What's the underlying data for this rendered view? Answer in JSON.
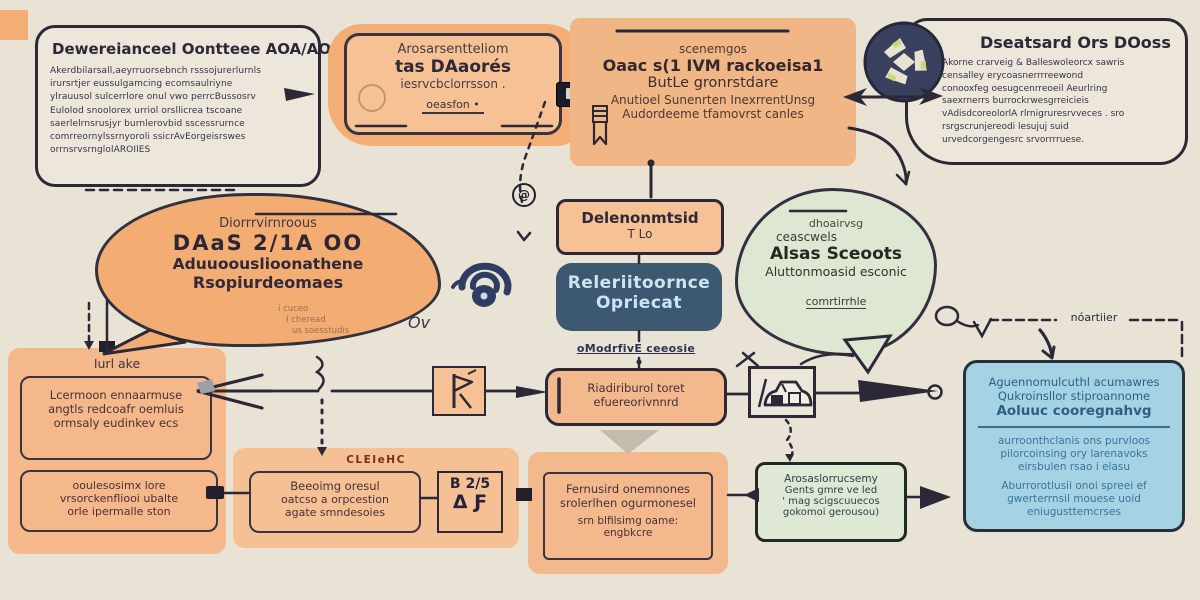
{
  "colors": {
    "background": "#e9e3d6",
    "ink": "#2c2837",
    "orange_blob": "#f3ad72",
    "orange_panel": "#f4b88a",
    "orange_box_fill": "#f6c295",
    "navy_box": "#3d5871",
    "navy_box_text": "#cfe4f3",
    "green_blob": "#dde7d2",
    "blue_card": "#a5d3e4",
    "blue_card_text": "#33678f",
    "red_label": "#7c2c1c"
  },
  "top_left_note": {
    "title": "Dewereianceel Oontteee AOA/AO",
    "lines": [
      "Akerdbilarsall,aeyrruorsebnch rsssojurerlurnls",
      "irursrtjer eussulgamcing ecomsaulriyne",
      "ylrauusol sulcerrlore onul vwo perrcBussosrv",
      "Eulolod snoolorex urriol orsllicrea tscoane",
      "saerlelrnsrusjyr burnlerovbid sscessrurnce",
      "comrreornylssrnyoroli ssicrAvEorgeisrswes",
      "orrnsrvsrnglolAROIlES"
    ]
  },
  "top_orange_card": {
    "line1": "Arosarsentteliom",
    "line2": "tas DAaorés",
    "line3": "iesrvcbclorrsson .",
    "footer": "oeasfon •"
  },
  "top_middle_card": {
    "line1": "scenemgos",
    "line2": "Oaac s(1 IVM rackoeisa1",
    "line3": "ButLe gronrstdare",
    "line4": "Anutioel Sunenrten InexrrentUnsg",
    "line5": "Audordeeme tfamovrst canles"
  },
  "top_right_note": {
    "title": "Dseatsard Ors DOoss",
    "lines": [
      "Akorne crarveig & Balleswoleorcx sawris",
      "censalley erycoasnerrrreewond",
      "conooxfeg oesugcenrreoeil Aeurlring",
      "saexrnerrs burrockrwesgrreicieis",
      "vAdisdcoreolorlA rlrnigruresrvveces . sro",
      "rsrgscrunjereodi lesujuj suid",
      "urvedcorgengesrc srvorrrruese."
    ]
  },
  "left_blob": {
    "line1": "Diorrrvirnroous",
    "line2": "DAaS 2/1A OO",
    "line3": "Aduuoouslioonathene",
    "line4": "Rsopiurdeomaes",
    "faint1": "i cuceo",
    "faint2": "I cheread",
    "faint3": "us soesstudis"
  },
  "determine_box": {
    "line1": "Delenonmtsid",
    "line2": "T Lo"
  },
  "reference_box": {
    "line1": "Releriitoornce",
    "line2": "Opriecat"
  },
  "green_blob": {
    "line1": "dhoairvsg",
    "line2": "ceascwels",
    "line3": "Alsas Sceoots",
    "line4": "Aluttonmoasid esconic",
    "footer": "comrtirrhle"
  },
  "right_rail": {
    "dashed_label": "nóartiier"
  },
  "blue_card": {
    "h1": "Aguennomulcuthl acumawres",
    "h2": "Qukroinsllor stiproannome",
    "h3": "Aoluuc cooregnahvg",
    "m1": "aurroonthclanis ons purvloos",
    "m2": "pilorcoinsing ory larenavoks",
    "m3": "eirsbulen rsao i elasu",
    "b1": "Aburrorotlusii onoi spreei ef",
    "b2": "gwerterrnsil mouese uoid",
    "b3": "eniugusttemcrses"
  },
  "left_panel": {
    "label": "Iurl ake",
    "box1_l1": "Lcermoon ennaarmuse",
    "box1_l2": "angtls redcoafr oemluis",
    "box1_l3": "ormsaly eudinkev ecs",
    "box2_l1": "ooulesosimx  lore",
    "box2_l2": "vrsorckenfliooi ubalte",
    "box2_l3": "orle ipermalle ston"
  },
  "client_panel": {
    "label": "CLEIeHC",
    "l1": "Beeoimg oresul",
    "l2": "oatcso a orpcestion",
    "l3": "agate smndesoies",
    "glyph_top": "Β 2/5",
    "glyph_bottom": "Δ Ƒ"
  },
  "mid_flow": {
    "line_label": "oModrfivE ceeosie",
    "box_l1": "Riadiriburol toret",
    "box_l2": "efuereorivnnrd",
    "ov": "Ov"
  },
  "bottom_mid_panel": {
    "l1": "Fernusird onemnones",
    "l2": "srolerlhen ogurmonesel",
    "l3": "srn blfilsimg oame:",
    "l4": "engbkcre"
  },
  "bottom_green_box": {
    "l1": "Arosaslorrucsemy",
    "l2": "Gents gmre ve led",
    "l3": "' mag scigscuuecos",
    "l4": "gokomoi gerousou)"
  },
  "icons": {
    "at": "@"
  }
}
